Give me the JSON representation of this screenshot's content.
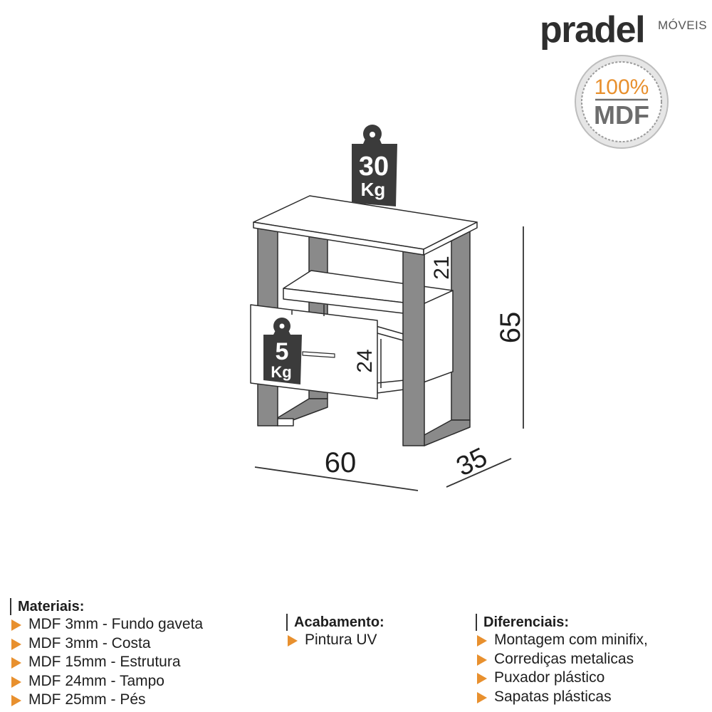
{
  "brand": {
    "name": "pradel",
    "subtitle": "MÓVEIS"
  },
  "seal": {
    "percent": "100%",
    "material": "MDF"
  },
  "weights": {
    "top": {
      "value": "30",
      "unit": "Kg"
    },
    "drawer": {
      "value": "5",
      "unit": "Kg"
    }
  },
  "dimensions": {
    "width": "60",
    "depth": "35",
    "height": "65",
    "shelf_gap": "21",
    "drawer_height": "24"
  },
  "specs": {
    "materiais": {
      "title": "Materiais:",
      "items": [
        "MDF 3mm - Fundo gaveta",
        "MDF 3mm - Costa",
        "MDF 15mm - Estrutura",
        "MDF 24mm - Tampo",
        "MDF 25mm - Pés"
      ]
    },
    "acabamento": {
      "title": "Acabamento:",
      "items": [
        "Pintura UV"
      ]
    },
    "diferenciais": {
      "title": "Diferenciais:",
      "items": [
        "Montagem com minifix,",
        "Corrediças metalicas",
        "Puxador plástico",
        "Sapatas plásticas"
      ]
    }
  },
  "colors": {
    "accent": "#e8902e",
    "dark": "#3b3b3b",
    "frame": "#8a8a8a"
  }
}
